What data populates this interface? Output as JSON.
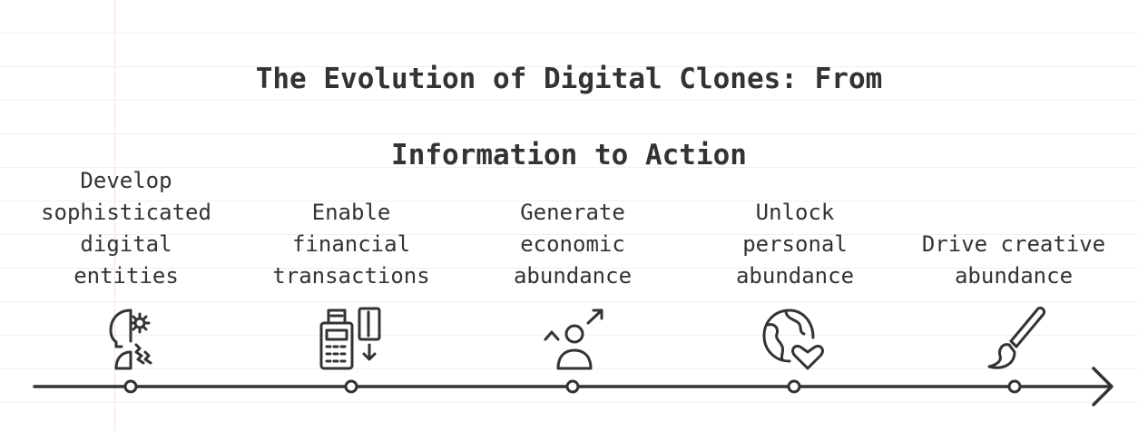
{
  "diagram": {
    "title_line1": "The Evolution of Digital Clones: From",
    "title_line2": "Information to Action",
    "steps": [
      {
        "label_lines": [
          "Develop",
          "sophisticated",
          "digital",
          "entities"
        ],
        "icon": "head-gear-icon"
      },
      {
        "label_lines": [
          "Enable",
          "financial",
          "transactions"
        ],
        "icon": "pos-terminal-card-icon"
      },
      {
        "label_lines": [
          "Generate",
          "economic",
          "abundance"
        ],
        "icon": "person-growth-icon"
      },
      {
        "label_lines": [
          "Unlock",
          "personal",
          "abundance"
        ],
        "icon": "globe-heart-icon"
      },
      {
        "label_lines": [
          "Drive creative",
          "abundance"
        ],
        "icon": "paintbrush-icon"
      }
    ]
  }
}
